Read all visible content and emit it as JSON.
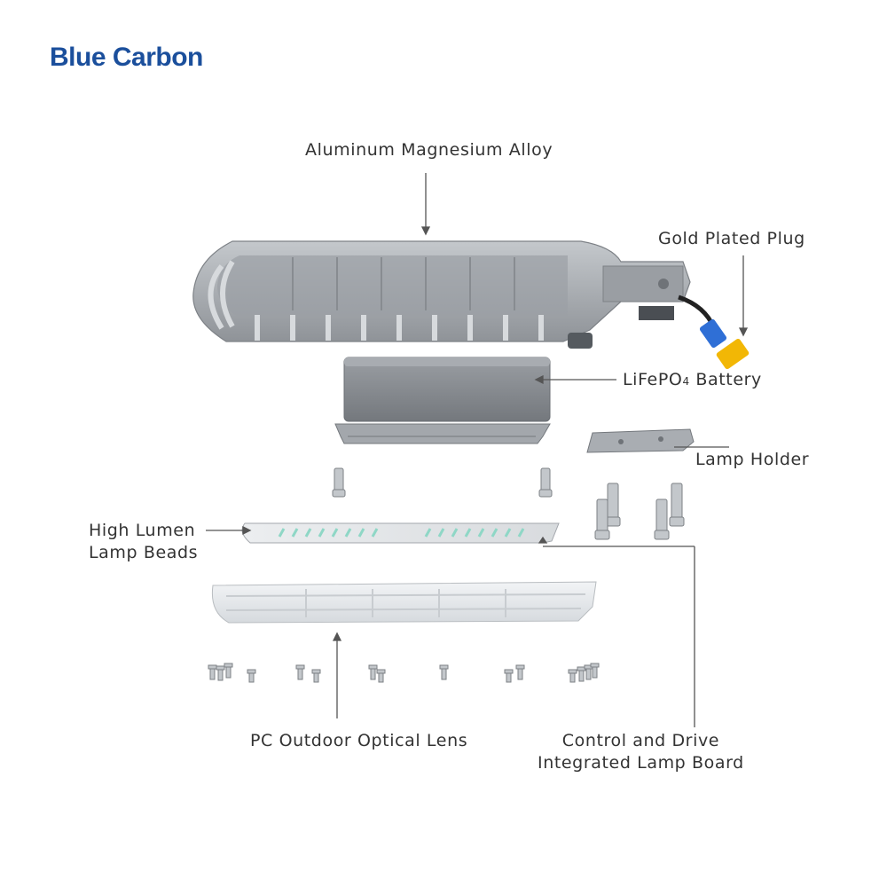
{
  "brand": {
    "name": "Blue Carbon",
    "color": "#1b4f9c"
  },
  "labels": {
    "housing": "Aluminum Magnesium Alloy",
    "plug": "Gold Plated Plug",
    "battery_main": "LiFePO",
    "battery_sub": "4",
    "battery_rest": " Battery",
    "holder": "Lamp Holder",
    "beads_line1": "High Lumen",
    "beads_line2": "Lamp Beads",
    "lens": "PC Outdoor Optical Lens",
    "board_line1": "Control and Drive",
    "board_line2": "Integrated Lamp Board"
  },
  "colors": {
    "housing": "#a9adb2",
    "battery": "#8a8e93",
    "plug_blue": "#2f6fd6",
    "plug_yellow": "#f2b705",
    "leader": "#555555",
    "text": "#333333"
  }
}
